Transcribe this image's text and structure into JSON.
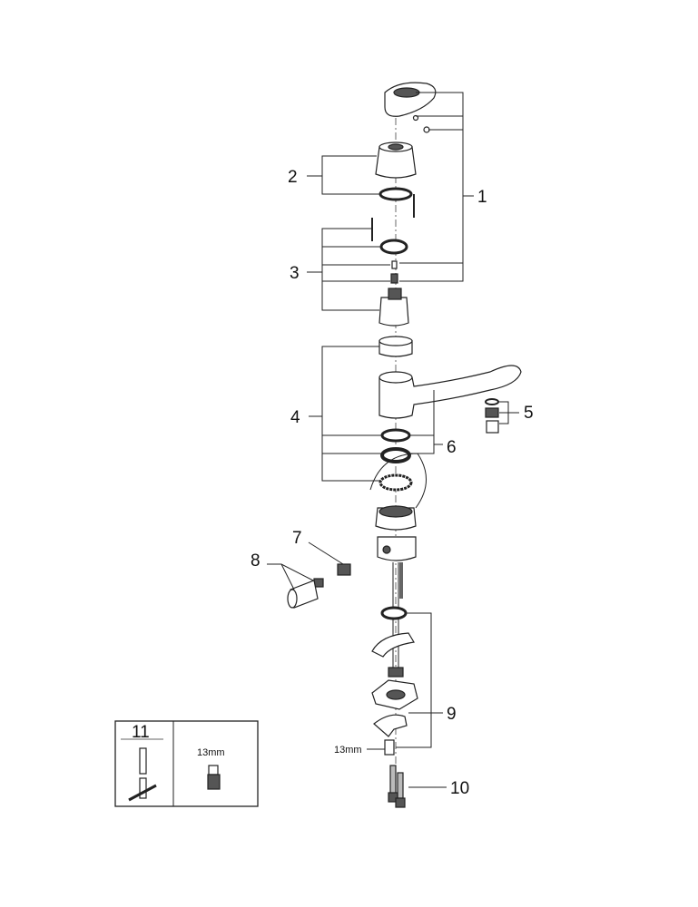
{
  "callouts": {
    "p1": "1",
    "p2": "2",
    "p3": "3",
    "p4": "4",
    "p5": "5",
    "p6": "6",
    "p7": "7",
    "p8": "8",
    "p9": "9",
    "p10": "10",
    "p11": "11"
  },
  "wrench_size_label": "13mm",
  "tool_box": {
    "number": "11",
    "size_label": "13mm"
  }
}
